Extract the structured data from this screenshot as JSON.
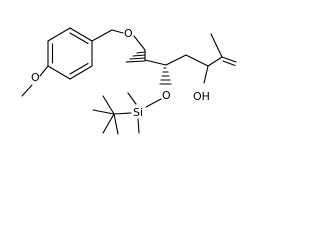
{
  "molecule": {
    "atom_labels": {
      "pmb_ether_o": "O",
      "methoxy_o": "O",
      "silyl_ether_o": "O",
      "silicon": "Si",
      "hydroxyl": "OH"
    },
    "wedge_color": "#000000"
  }
}
